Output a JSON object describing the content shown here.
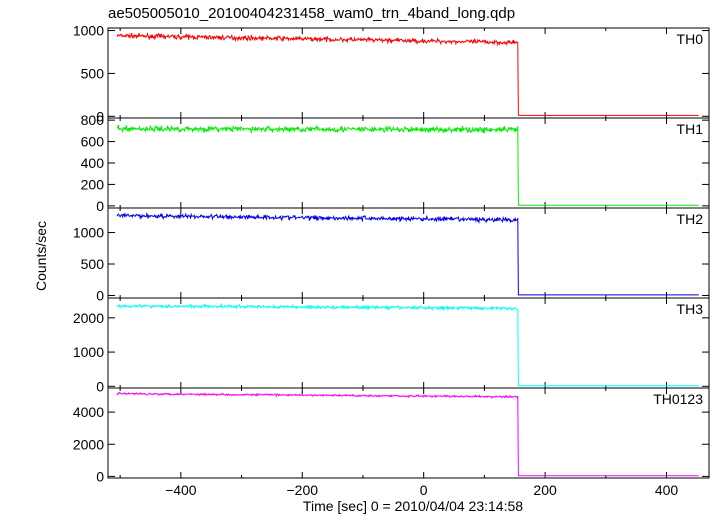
{
  "chart_data": {
    "type": "line",
    "title": "ae505005010_20100404231458_wam0_trn_4band_long.qdp",
    "xlabel": "Time [sec] 0 = 2010/04/04 23:14:58",
    "ylabel": "Counts/sec",
    "xlim": [
      -520,
      470
    ],
    "x_ticks": [
      -400,
      -200,
      0,
      200,
      400
    ],
    "x_tick_labels": [
      "−400",
      "−200",
      "0",
      "200",
      "400"
    ],
    "drop_time": 155,
    "end_time": 455,
    "start_time": -505,
    "panels": [
      {
        "name": "TH0",
        "color": "#ff0000",
        "ylim": [
          -20,
          1030
        ],
        "y_ticks": [
          0,
          500,
          1000
        ],
        "start_level": 940,
        "end_level": 860,
        "noise": 25,
        "post_level": 10
      },
      {
        "name": "TH1",
        "color": "#00ee00",
        "ylim": [
          -20,
          820
        ],
        "y_ticks": [
          0,
          200,
          400,
          600,
          800
        ],
        "start_level": 720,
        "end_level": 710,
        "noise": 25,
        "post_level": 5
      },
      {
        "name": "TH2",
        "color": "#0000ee",
        "ylim": [
          -40,
          1390
        ],
        "y_ticks": [
          0,
          500,
          1000
        ],
        "start_level": 1270,
        "end_level": 1200,
        "noise": 35,
        "post_level": 10
      },
      {
        "name": "TH3",
        "color": "#00ffff",
        "ylim": [
          -50,
          2580
        ],
        "y_ticks": [
          0,
          1000,
          2000
        ],
        "start_level": 2350,
        "end_level": 2280,
        "noise": 45,
        "post_level": 15
      },
      {
        "name": "TH0123",
        "color": "#ff00ff",
        "ylim": [
          -100,
          5500
        ],
        "y_ticks": [
          0,
          2000,
          4000
        ],
        "start_level": 5150,
        "end_level": 4950,
        "noise": 60,
        "post_level": 40
      }
    ]
  }
}
